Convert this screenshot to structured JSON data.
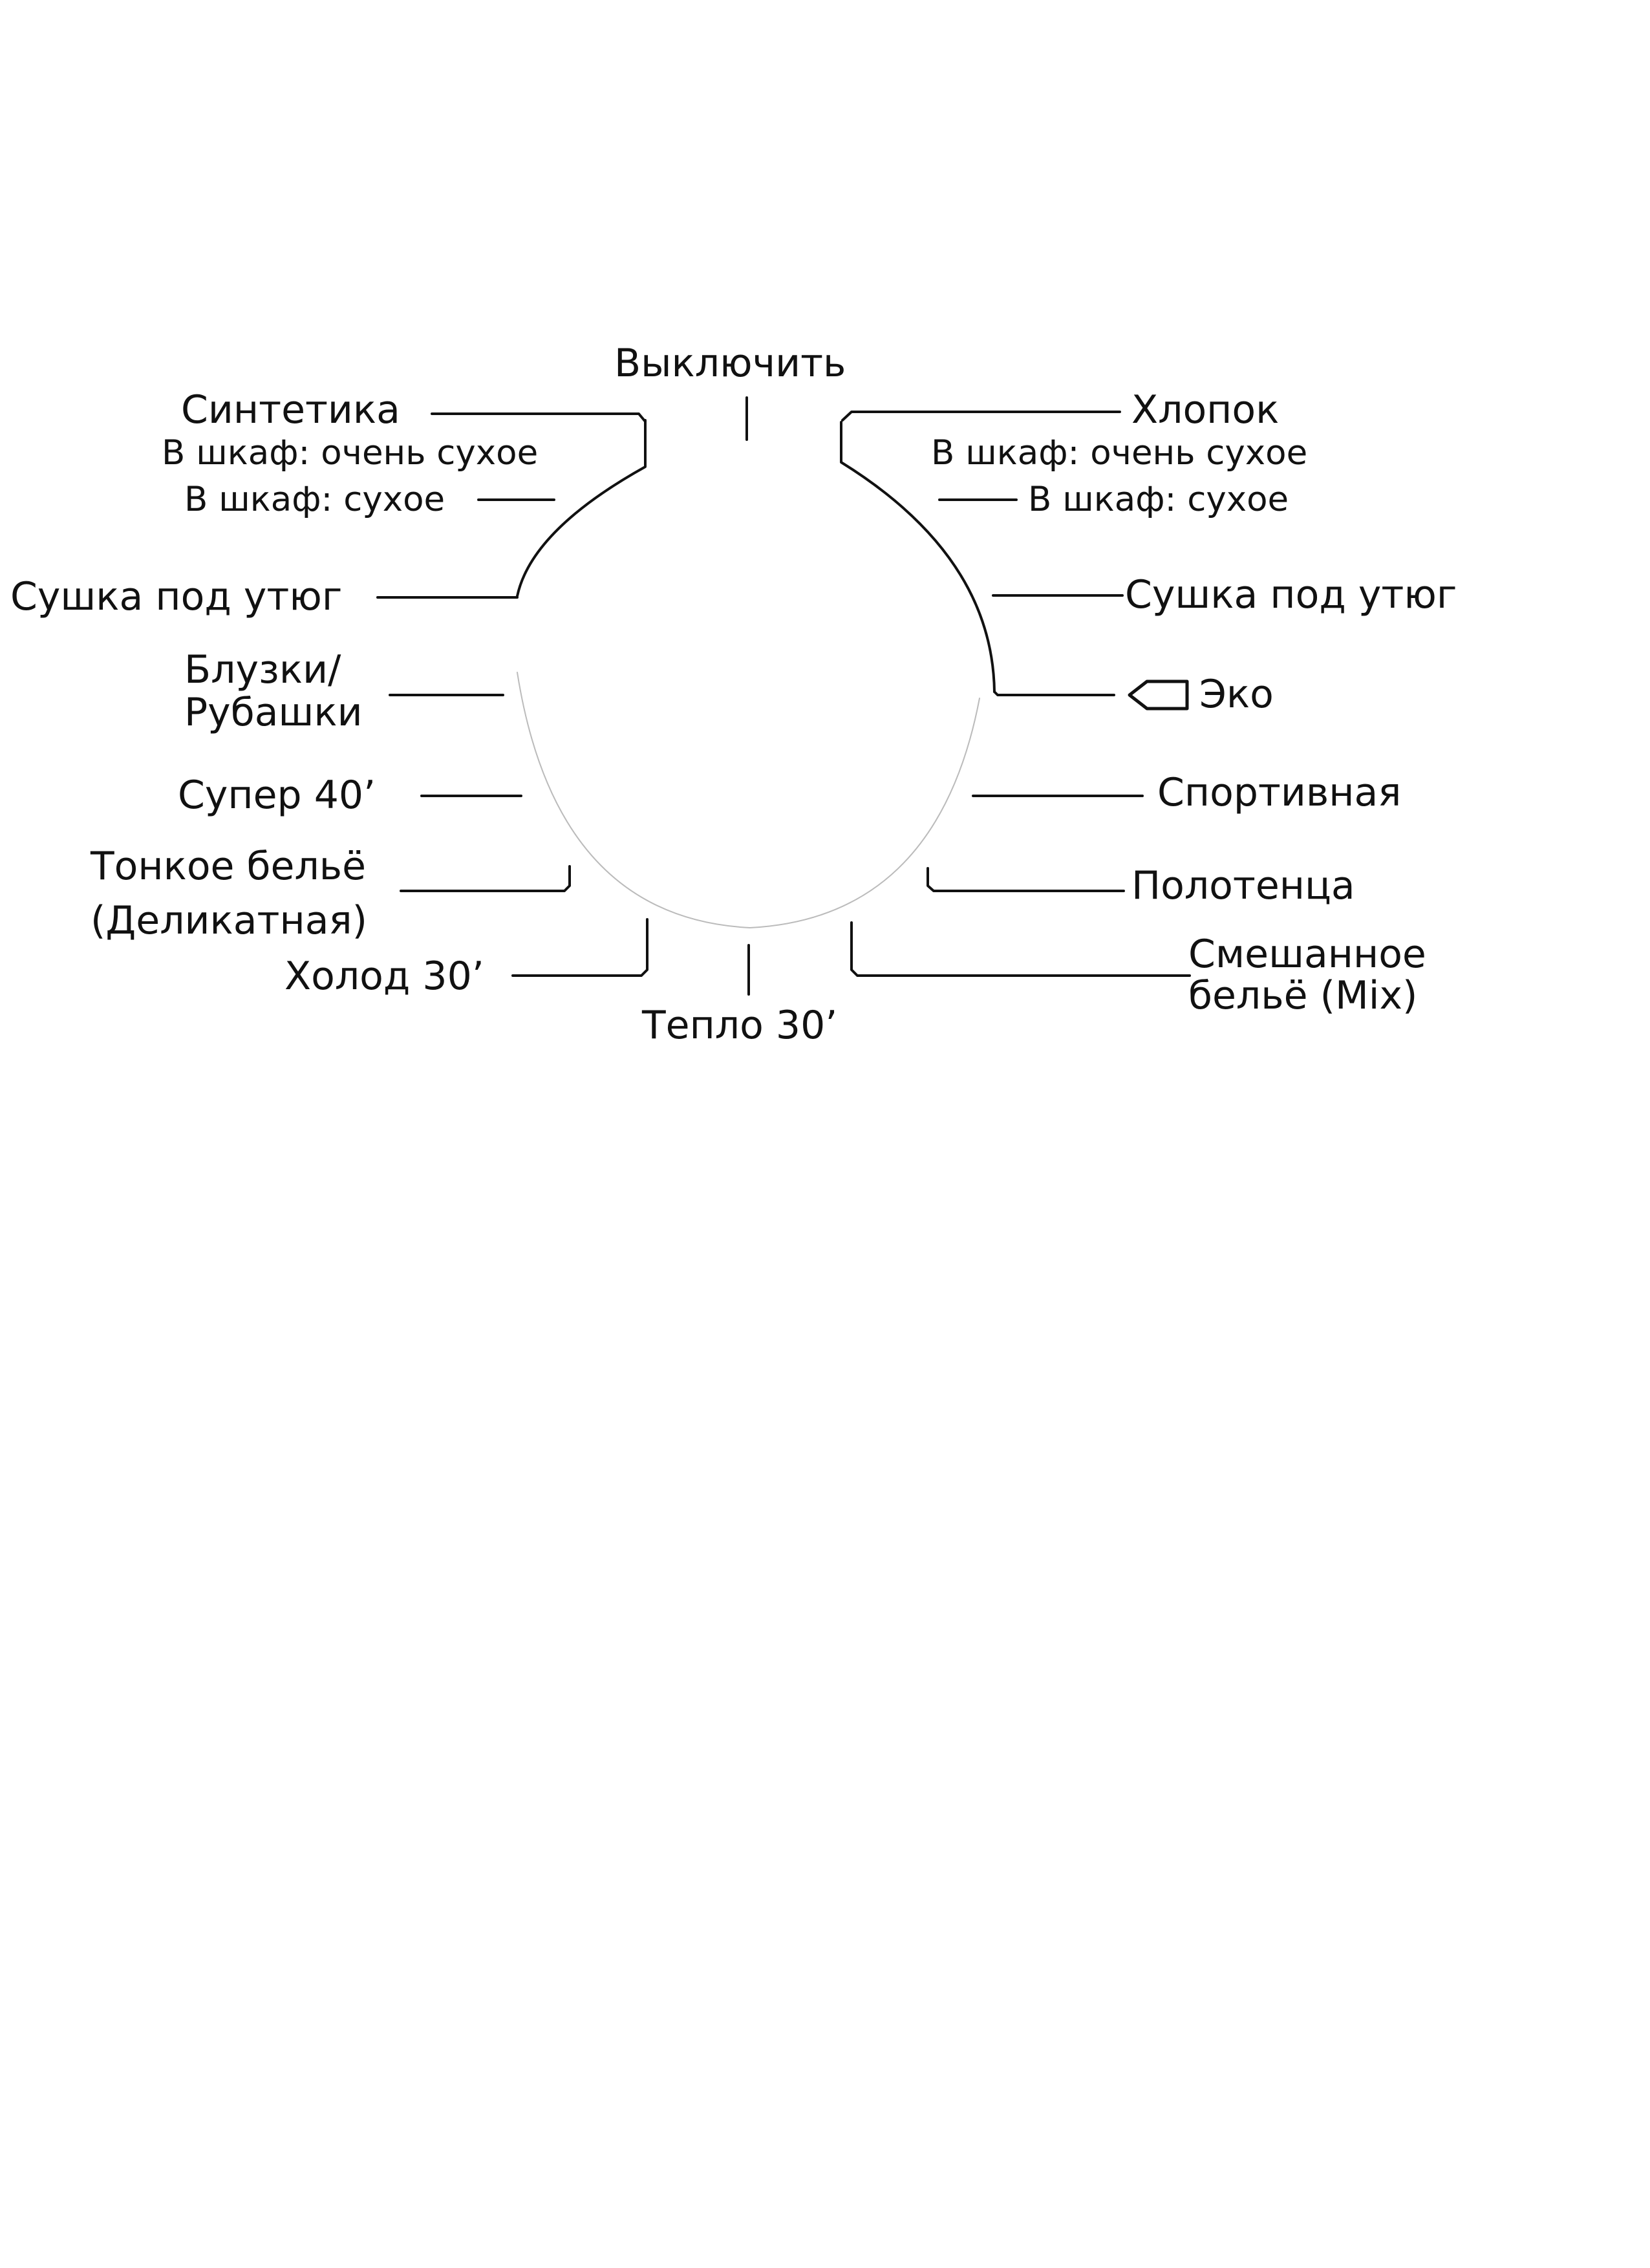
{
  "dial": {
    "top": "Выключить",
    "left": {
      "synthetics": "Синтетика",
      "synthetics_very_dry": "В шкаф: очень сухое",
      "synthetics_dry": "В шкаф: сухое",
      "synthetics_iron_dry": "Сушка под утюг",
      "shirts_line1": "Блузки/",
      "shirts_line2": "Рубашки",
      "super40": "Супер 40’",
      "delicate_line1": "Тонкое бельё",
      "delicate_line2": "(Деликатная)",
      "cold30": "Холод 30’"
    },
    "bottom": "Тепло 30’",
    "right": {
      "cotton": "Хлопок",
      "cotton_very_dry": "В шкаф: очень сухое",
      "cotton_dry": "В шкаф: сухое",
      "cotton_iron_dry": "Сушка под утюг",
      "eco": "Эко",
      "eco_icon": "tag-icon",
      "sport": "Спортивная",
      "towels": "Полотенца",
      "mix_line1": "Смешанное",
      "mix_line2": "бельё (Mix)"
    }
  }
}
